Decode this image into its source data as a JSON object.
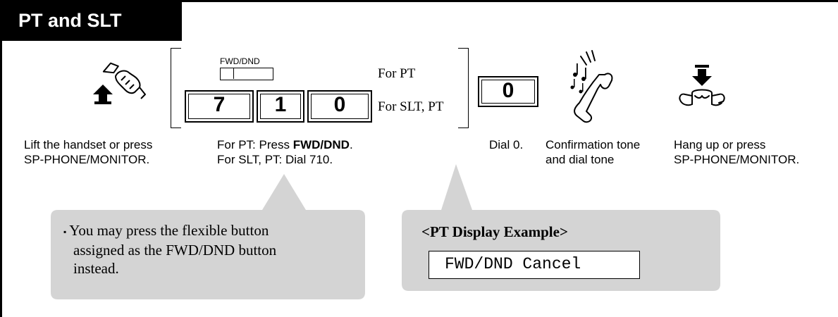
{
  "section": {
    "title": "PT and SLT"
  },
  "steps": {
    "lift": {
      "icon": "lift-handset-icon",
      "line1": "Lift the handset or press",
      "line2": "SP-PHONE/MONITOR."
    },
    "dial_code": {
      "fwd_button_label": "FWD/DND",
      "for_pt_label": "For PT",
      "for_slt_pt_label": "For SLT, PT",
      "digits": [
        "7",
        "1",
        "0"
      ],
      "line1_prefix": "For PT: Press ",
      "line1_bold": "FWD/DND",
      "line1_suffix": ".",
      "line2": "For SLT, PT: Dial 710."
    },
    "dial_zero": {
      "digit": "0",
      "caption": "Dial 0."
    },
    "confirmation": {
      "icon": "confirmation-tone-icon",
      "line1": "Confirmation tone",
      "line2": "and dial tone"
    },
    "hang_up": {
      "icon": "hang-up-icon",
      "line1": "Hang up or press",
      "line2": "SP-PHONE/MONITOR."
    }
  },
  "notes": {
    "tip": {
      "bullet": "▪",
      "line1": "You may press the flexible button",
      "line2": "assigned as the FWD/DND button",
      "line3": "instead."
    },
    "display_example": {
      "title": "<PT Display Example>",
      "lcd_text": "FWD/DND Cancel"
    }
  },
  "colors": {
    "header_bg": "#000000",
    "bubble_fill": "#d4d4d4",
    "text": "#000000"
  }
}
